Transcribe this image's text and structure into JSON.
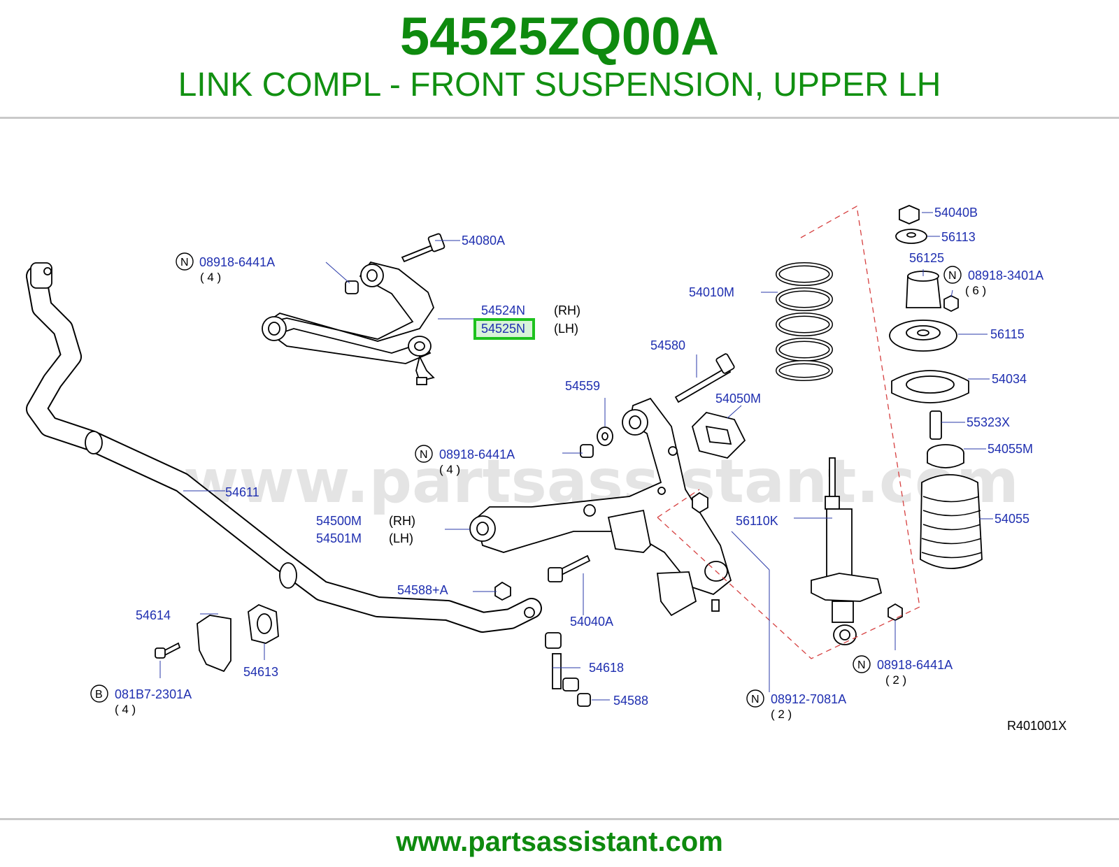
{
  "header": {
    "part_number": "54525ZQ00A",
    "part_title": "LINK COMPL - FRONT SUSPENSION, UPPER LH"
  },
  "diagram": {
    "watermark": "www.partsassistant.com",
    "ref_code": "R401001X",
    "highlight_color": "#1ec21e",
    "label_color": "#1f2fb0",
    "labels": {
      "l54080a": "54080A",
      "l08918_6441a_1": "08918-6441A",
      "q4_1": "( 4 )",
      "l54524n": "54524N",
      "rh1": "(RH)",
      "l54525n": "54525N",
      "lh1": "(LH)",
      "l54010m": "54010M",
      "l54580": "54580",
      "l54559": "54559",
      "l54050m": "54050M",
      "l08918_6441a_2": "08918-6441A",
      "q4_2": "( 4 )",
      "l54611": "54611",
      "l54500m": "54500M",
      "rh2": "(RH)",
      "l54501m": "54501M",
      "lh2": "(LH)",
      "l56110k": "56110K",
      "l54588a": "54588+A",
      "l54040a": "54040A",
      "l54614": "54614",
      "l54613": "54613",
      "l081b7": "081B7-2301A",
      "q4_3": "( 4 )",
      "l54618": "54618",
      "l54588": "54588",
      "l08912": "08912-7081A",
      "q2_1": "( 2 )",
      "l08918_6441a_3": "08918-6441A",
      "q2_2": "( 2 )",
      "l54040b": "54040B",
      "l56113": "56113",
      "l56125": "56125",
      "l08918_3401a": "08918-3401A",
      "q6": "( 6 )",
      "l56115": "56115",
      "l54034": "54034",
      "l55323x": "55323X",
      "l54055m": "54055M",
      "l54055": "54055"
    },
    "callout_letters": {
      "n": "N",
      "b": "B"
    }
  },
  "footer": {
    "site": "www.partsassistant.com"
  }
}
